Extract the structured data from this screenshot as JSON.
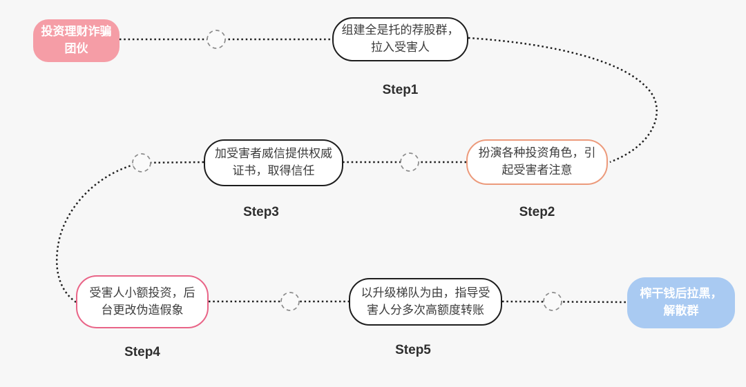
{
  "colors": {
    "background": "#f7f7f7",
    "connector": "#1f1f1f",
    "junction_circle_stroke": "#8b8b8b",
    "source_fill": "#f59da6",
    "end_fill": "#a9caf2",
    "step2_border": "#ec9a7b",
    "step4_border": "#e96487",
    "default_border": "#1d1d1d",
    "node_text": "#3c3c3c",
    "label_text": "#2e2e2e"
  },
  "nodes": {
    "source": {
      "line1": "投资理财诈骗",
      "line2": "团伙"
    },
    "step1": {
      "line1": "组建全是托的荐股群，",
      "line2": "拉入受害人",
      "label": "Step1"
    },
    "step2": {
      "line1": "扮演各种投资角色，引",
      "line2": "起受害者注意",
      "label": "Step2"
    },
    "step3": {
      "line1": "加受害者威信提供权威",
      "line2": "证书，取得信任",
      "label": "Step3"
    },
    "step4": {
      "line1": "受害人小额投资，后",
      "line2": "台更改伪造假象",
      "label": "Step4"
    },
    "step5": {
      "line1": "以升级梯队为由，指导受",
      "line2": "害人分多次高额度转账",
      "label": "Step5"
    },
    "end": {
      "line1": "榨干钱后拉黑，",
      "line2": "解散群"
    }
  }
}
